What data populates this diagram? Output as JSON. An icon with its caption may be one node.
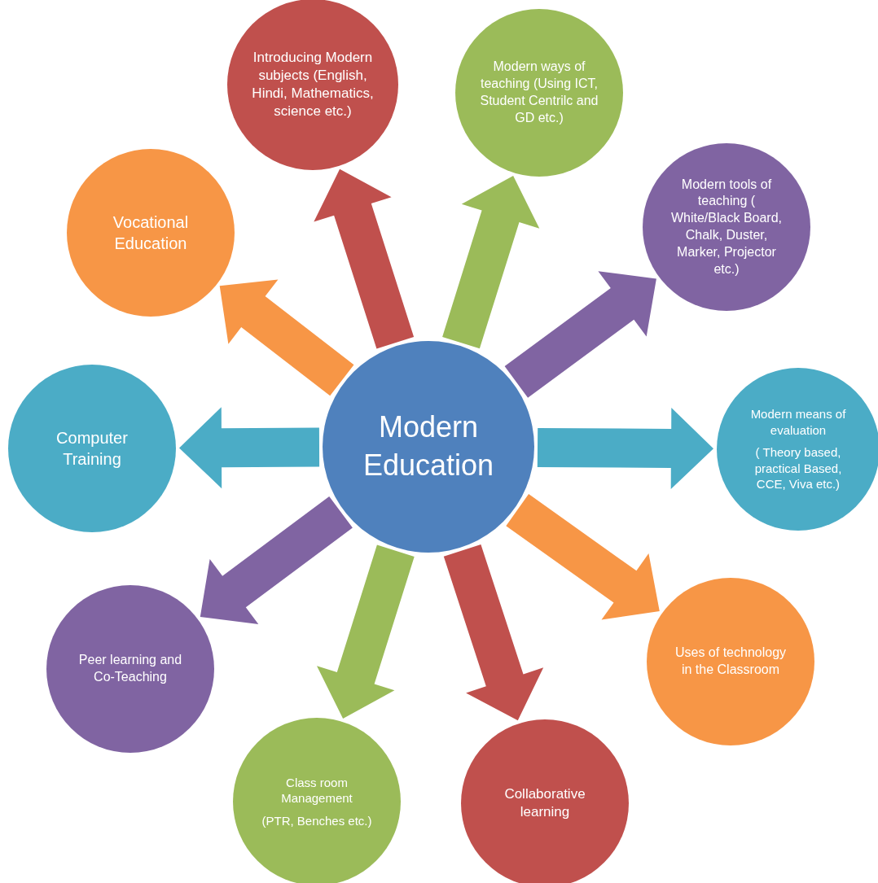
{
  "diagram": {
    "nodes": [
      {
        "text": [
          "Modern Education"
        ]
      },
      {
        "text": [
          "Introducing Modern subjects (English, Hindi, Mathematics, science etc.)"
        ]
      },
      {
        "text": [
          "Modern ways of teaching (Using ICT, Student Centrilc and GD etc.)"
        ]
      },
      {
        "text": [
          "Modern tools of teaching ( White/Black Board, Chalk, Duster, Marker, Projector etc.)"
        ]
      },
      {
        "text": [
          "Modern means of evaluation",
          "( Theory based, practical Based, CCE, Viva etc.)"
        ]
      },
      {
        "text": [
          "Uses of technology in the Classroom"
        ]
      },
      {
        "text": [
          "Collaborative learning"
        ]
      },
      {
        "text": [
          "Class room Management",
          "(PTR, Benches etc.)"
        ]
      },
      {
        "text": [
          "Peer learning and Co-Teaching"
        ]
      },
      {
        "text": [
          "Computer Training"
        ]
      },
      {
        "text": [
          "Vocational Education"
        ]
      }
    ],
    "edges": [
      {
        "from": 0,
        "to": 1,
        "arrow": "to",
        "style": "thick",
        "color": "#c0504d"
      },
      {
        "from": 0,
        "to": 2,
        "arrow": "to",
        "style": "thick",
        "color": "#9bbb59"
      },
      {
        "from": 0,
        "to": 3,
        "arrow": "to",
        "style": "thick",
        "color": "#8064a2"
      },
      {
        "from": 0,
        "to": 4,
        "arrow": "to",
        "style": "thick",
        "color": "#4bacc6"
      },
      {
        "from": 0,
        "to": 5,
        "arrow": "to",
        "style": "thick",
        "color": "#f79646"
      },
      {
        "from": 0,
        "to": 6,
        "arrow": "to",
        "style": "thick",
        "color": "#c0504d"
      },
      {
        "from": 0,
        "to": 7,
        "arrow": "to",
        "style": "thick",
        "color": "#9bbb59"
      },
      {
        "from": 0,
        "to": 8,
        "arrow": "to",
        "style": "thick",
        "color": "#8064a2"
      },
      {
        "from": 0,
        "to": 9,
        "arrow": "to",
        "style": "thick",
        "color": "#4bacc6"
      },
      {
        "from": 0,
        "to": 10,
        "arrow": "to",
        "style": "thick",
        "color": "#f79646"
      }
    ]
  }
}
